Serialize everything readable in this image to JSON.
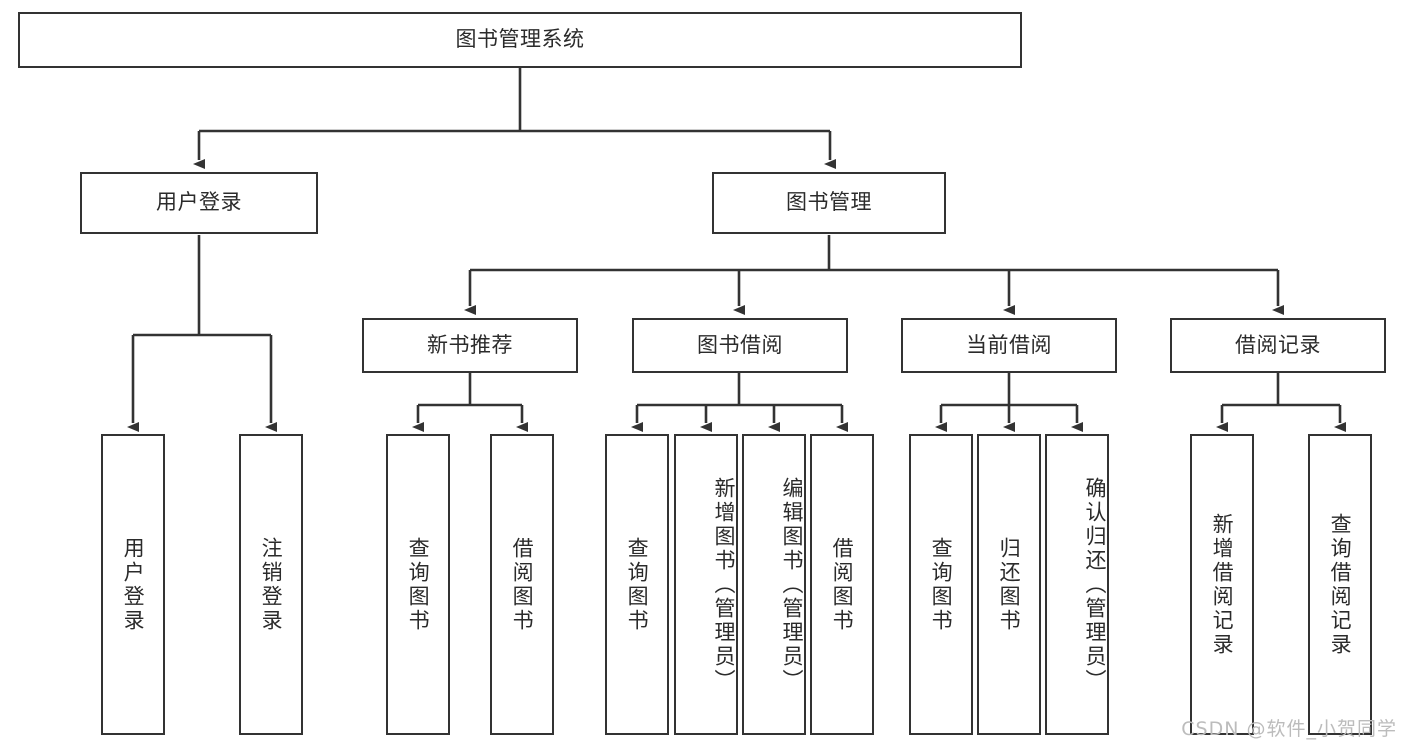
{
  "diagram": {
    "type": "tree-hierarchy",
    "title_node": {
      "id": "root",
      "label": "图书管理系统"
    },
    "level1": [
      {
        "id": "user-login",
        "label": "用户登录"
      },
      {
        "id": "book-manage",
        "label": "图书管理"
      }
    ],
    "level2": [
      {
        "id": "new-book-rec",
        "label": "新书推荐",
        "parent": "book-manage"
      },
      {
        "id": "book-borrow",
        "label": "图书借阅",
        "parent": "book-manage"
      },
      {
        "id": "current-borrow",
        "label": "当前借阅",
        "parent": "book-manage"
      },
      {
        "id": "borrow-record",
        "label": "借阅记录",
        "parent": "book-manage"
      }
    ],
    "leaves": [
      {
        "id": "leaf-user-login",
        "label": "用户登录",
        "parent": "user-login"
      },
      {
        "id": "leaf-logout-login",
        "label": "注销登录",
        "parent": "user-login"
      },
      {
        "id": "leaf-query-book-1",
        "label": "查询图书",
        "parent": "new-book-rec"
      },
      {
        "id": "leaf-borrow-book-1",
        "label": "借阅图书",
        "parent": "new-book-rec"
      },
      {
        "id": "leaf-query-book-2",
        "label": "查询图书",
        "parent": "book-borrow"
      },
      {
        "id": "leaf-add-book",
        "label": "新增图书（管理员）",
        "parent": "book-borrow"
      },
      {
        "id": "leaf-edit-book",
        "label": "编辑图书（管理员）",
        "parent": "book-borrow"
      },
      {
        "id": "leaf-borrow-book-2",
        "label": "借阅图书",
        "parent": "book-borrow"
      },
      {
        "id": "leaf-query-book-3",
        "label": "查询图书",
        "parent": "current-borrow"
      },
      {
        "id": "leaf-return-book",
        "label": "归还图书",
        "parent": "current-borrow"
      },
      {
        "id": "leaf-confirm-return",
        "label": "确认归还（管理员）",
        "parent": "current-borrow"
      },
      {
        "id": "leaf-add-record",
        "label": "新增借阅记录",
        "parent": "borrow-record"
      },
      {
        "id": "leaf-query-record",
        "label": "查询借阅记录",
        "parent": "borrow-record"
      }
    ],
    "colors": {
      "stroke": "#333333",
      "text": "#2b2b2b",
      "background": "#ffffff",
      "watermark": "#bcbcbc"
    }
  },
  "watermark": {
    "text": "CSDN @软件_小贺同学"
  }
}
